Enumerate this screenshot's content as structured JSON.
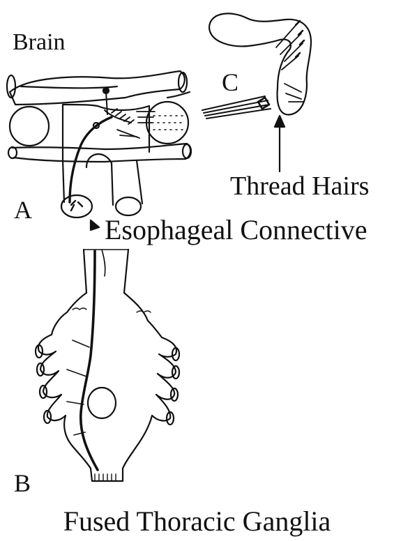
{
  "figure": {
    "labels": {
      "brain": "Brain",
      "panel_a": "A",
      "panel_b": "B",
      "panel_c": "C",
      "thread_hairs": "Thread Hairs",
      "esophageal_connective": "Esophageal Connective",
      "fused_thoracic_ganglia": "Fused Thoracic Ganglia"
    },
    "colors": {
      "background": "#ffffff",
      "ink": "#111111"
    }
  }
}
